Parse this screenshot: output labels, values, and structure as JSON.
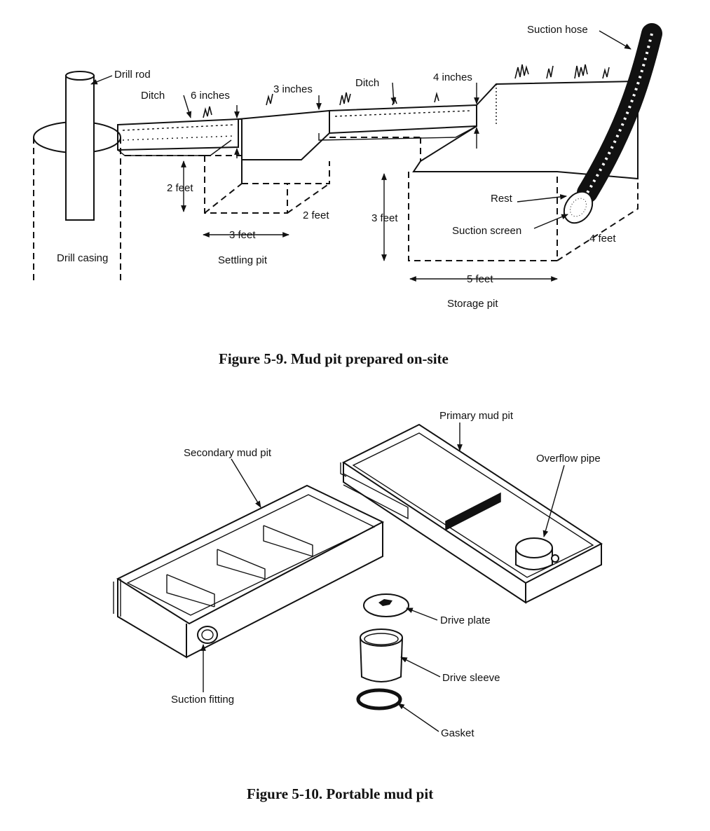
{
  "figure_5_9": {
    "caption": "Figure 5-9.  Mud pit prepared on-site",
    "labels": {
      "drill_rod": "Drill rod",
      "drill_casing": "Drill casing",
      "ditch_1": "Ditch",
      "six_inches": "6 inches",
      "three_inches": "3 inches",
      "ditch_2": "Ditch",
      "four_inches": "4 inches",
      "suction_hose": "Suction hose",
      "two_feet_depth": "2 feet",
      "three_feet_width": "3 feet",
      "two_feet_length": "2 feet",
      "settling_pit": "Settling pit",
      "three_feet_depth": "3 feet",
      "rest": "Rest",
      "suction_screen": "Suction screen",
      "four_feet": "4 feet",
      "five_feet": "5 feet",
      "storage_pit": "Storage pit"
    }
  },
  "figure_5_10": {
    "caption": "Figure 5-10.  Portable mud pit",
    "labels": {
      "primary_mud_pit": "Primary mud pit",
      "secondary_mud_pit": "Secondary mud pit",
      "overflow_pipe": "Overflow pipe",
      "drive_plate": "Drive plate",
      "drive_sleeve": "Drive sleeve",
      "suction_fitting": "Suction fitting",
      "gasket": "Gasket"
    }
  }
}
